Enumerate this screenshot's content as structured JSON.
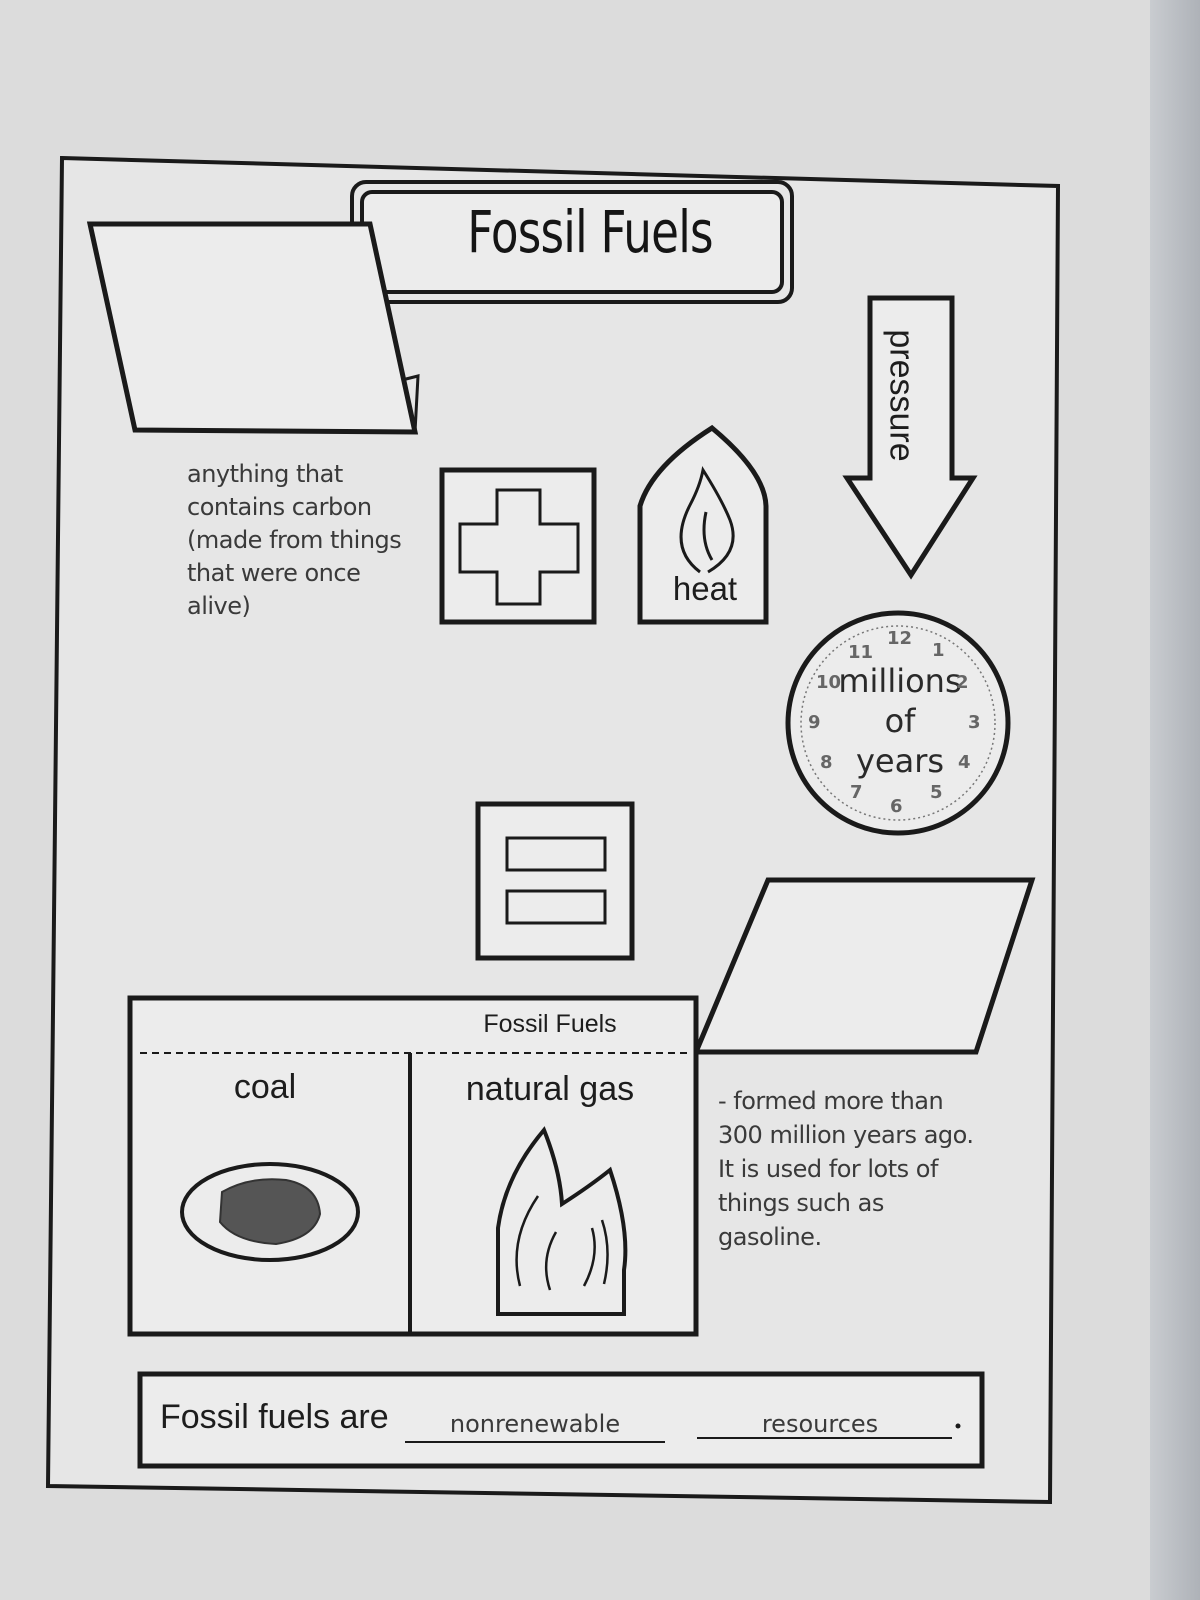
{
  "worksheet": {
    "title": "Fossil Fuels",
    "definition": "anything that contains carbon (made from things that were once alive)",
    "heat_label": "heat",
    "pressure_label": "pressure",
    "clock": {
      "line1": "millions",
      "line2": "of",
      "line3": "years",
      "numbers": [
        "12",
        "1",
        "2",
        "3",
        "4",
        "5",
        "6",
        "7",
        "8",
        "9",
        "10",
        "11"
      ]
    },
    "table": {
      "header": "Fossil Fuels",
      "col1": "coal",
      "col2": "natural gas"
    },
    "note": "- formed more than 300 million years ago. It is used for lots of things such as gasoline.",
    "sentence": {
      "prefix": "Fossil fuels are",
      "blank1": "nonrenewable",
      "blank2": "resources",
      "suffix": "."
    }
  }
}
